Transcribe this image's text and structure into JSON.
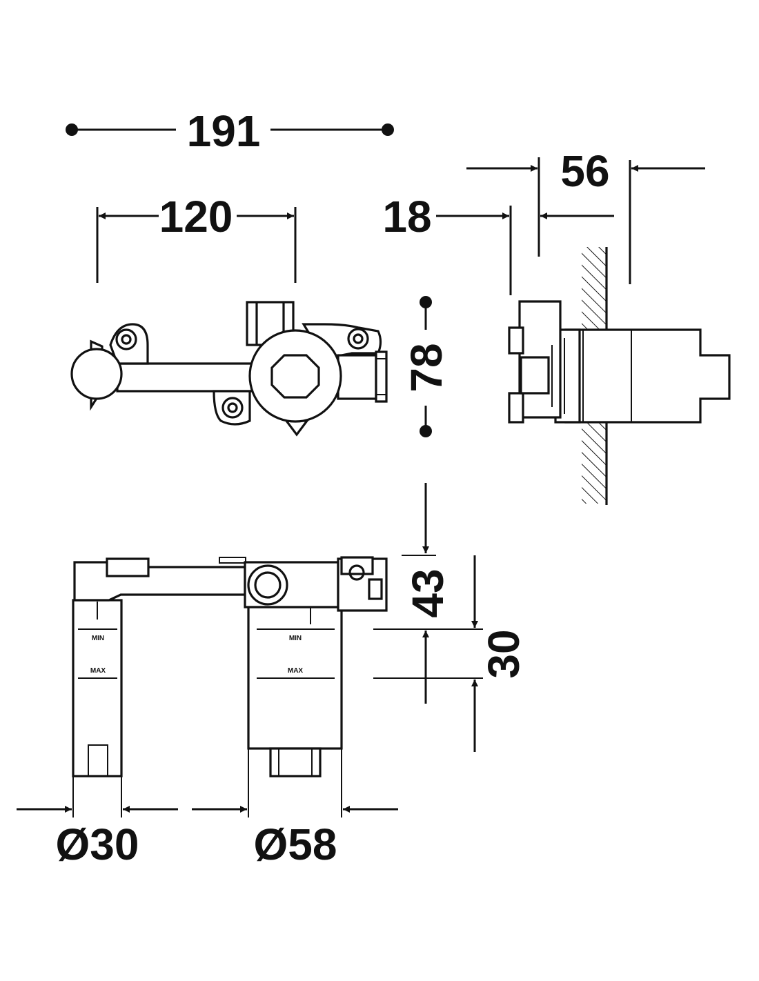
{
  "dimensions": {
    "overall_width": "191",
    "axis_spacing": "120",
    "depth_18": "18",
    "depth_56": "56",
    "height_78": "78",
    "height_43": "43",
    "adjust_30": "30",
    "dia_small": "Ø30",
    "dia_large": "Ø58"
  },
  "sleeve_marks": {
    "min": "MIN",
    "max": "MAX"
  }
}
